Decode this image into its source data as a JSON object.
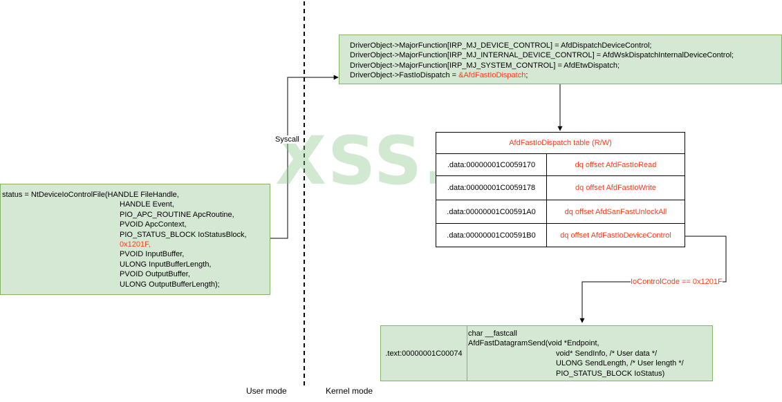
{
  "user_side": {
    "call_lines": [
      "status = NtDeviceIoControlFile(HANDLE FileHandle,",
      "HANDLE Event,",
      "PIO_APC_ROUTINE ApcRoutine,",
      "PVOID ApcContext,",
      "PIO_STATUS_BLOCK IoStatusBlock,",
      "0x1201F,",
      "PVOID InputBuffer,",
      "ULONG InputBufferLength,",
      "PVOID OutputBuffer,",
      "ULONG OutputBufferLength);"
    ]
  },
  "syscall_label": "Syscall",
  "driver_box": {
    "lines": [
      "DriverObject->MajorFunction[IRP_MJ_DEVICE_CONTROL] = AfdDispatchDeviceControl;",
      "DriverObject->MajorFunction[IRP_MJ_INTERNAL_DEVICE_CONTROL] = AfdWskDispatchInternalDeviceControl;",
      "DriverObject->MajorFunction[IRP_MJ_SYSTEM_CONTROL] = AfdEtwDispatch;"
    ],
    "last_prefix": "DriverObject->FastIoDispatch = ",
    "last_red": "&AfdFastIoDispatch",
    "last_suffix": ";"
  },
  "table": {
    "title": "AfdFastIoDispatch table (R/W)",
    "rows": [
      {
        "address": ".data:00000001C0059170",
        "entry": "dq offset AfdFastIoRead"
      },
      {
        "address": ".data:00000001C0059178",
        "entry": "dq offset AfdFastIoWrite"
      },
      {
        "address": ".data:00000001C00591A0",
        "entry": "dq offset AfdSanFastUnlockAll"
      },
      {
        "address": ".data:00000001C00591B0",
        "entry": "dq offset AfdFastIoDeviceControl"
      }
    ]
  },
  "condition_label": "IoControlCode == 0x1201F",
  "function_box": {
    "address": ".text:00000001C00074",
    "lines": [
      "char __fastcall",
      "AfdFastDatagramSend(void *Endpoint,",
      "void* SendInfo, /* User data */",
      "ULONG SendLength, /* User length */",
      "PIO_STATUS_BLOCK IoStatus)"
    ]
  },
  "mode_labels": {
    "user": "User mode",
    "kernel": "Kernel mode"
  },
  "watermark": "XSS.is",
  "colors": {
    "box_fill": "#d5e8d4",
    "box_border": "#82b366",
    "highlight": "#ff3b1a"
  }
}
